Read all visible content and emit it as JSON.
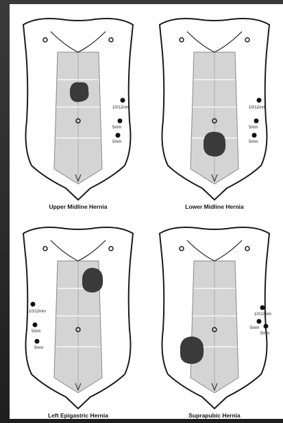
{
  "figures": [
    {
      "caption": "Upper Midline Hernia",
      "port_labels": [
        "10/12mm",
        "5mm",
        "5mm"
      ]
    },
    {
      "caption": "Lower Midline Hernia",
      "port_labels": [
        "10/12mm",
        "5mm",
        "5mm"
      ]
    },
    {
      "caption": "Left Epigastric Hernia",
      "port_labels": [
        "10/12mm",
        "5mm",
        "5mm"
      ]
    },
    {
      "caption": "Suprapubic Hernia",
      "port_labels": [
        "10/12mm",
        "5mm",
        "5mm"
      ]
    }
  ],
  "colors": {
    "frame": "#2a2a2a",
    "background": "#ffffff",
    "skin_outline": "#1a1a1a",
    "rectus_fill": "#cfcfcf",
    "hernia_fill": "#3a3a3a",
    "port_fill": "#111111"
  }
}
